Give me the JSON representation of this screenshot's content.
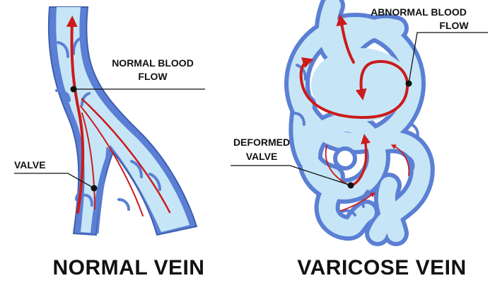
{
  "labels": {
    "normal_flow_line1": "NORMAL BLOOD",
    "normal_flow_line2": "FLOW",
    "valve": "VALVE",
    "normal_vein": "NORMAL VEIN",
    "abnormal_flow_line1": "ABNORMAL BLOOD",
    "abnormal_flow_line2": "FLOW",
    "deformed_line1": "DEFORMED",
    "deformed_line2": "VALVE",
    "varicose_vein": "VARICOSE VEIN"
  },
  "colors": {
    "vein_outline": "#5b7fd4",
    "vein_fill": "#c6e6f7",
    "vein_shade": "#8fb4ea",
    "flow_arrow": "#cc1b1b",
    "text": "#111111"
  }
}
